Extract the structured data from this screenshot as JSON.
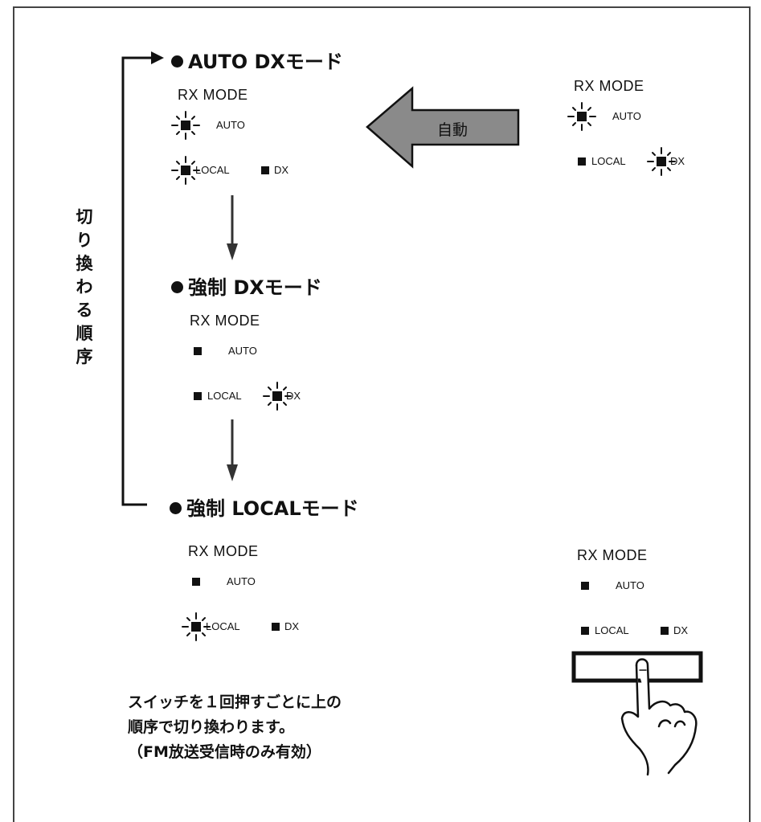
{
  "order_label": [
    "切",
    "り",
    "換",
    "わ",
    "る",
    "順",
    "序"
  ],
  "modes": [
    {
      "title": "AUTO DXモード",
      "panel_title": "RX MODE",
      "auto": "AUTO",
      "local": "LOCAL",
      "dx": "DX",
      "lit": [
        "auto",
        "local"
      ]
    },
    {
      "title": "強制 DXモード",
      "panel_title": "RX MODE",
      "auto": "AUTO",
      "local": "LOCAL",
      "dx": "DX",
      "lit": [
        "dx"
      ]
    },
    {
      "title": "強制 LOCALモード",
      "panel_title": "RX MODE",
      "auto": "AUTO",
      "local": "LOCAL",
      "dx": "DX",
      "lit": [
        "local"
      ]
    }
  ],
  "auto_arrow_label": "自動",
  "auto_panel": {
    "panel_title": "RX MODE",
    "auto": "AUTO",
    "local": "LOCAL",
    "dx": "DX",
    "lit": [
      "auto",
      "dx"
    ]
  },
  "switch_panel": {
    "panel_title": "RX MODE",
    "auto": "AUTO",
    "local": "LOCAL",
    "dx": "DX",
    "lit": []
  },
  "footnote": [
    "スイッチを１回押すごとに上の",
    "順序で切り換わります。",
    "（FM放送受信時のみ有効）"
  ],
  "colors": {
    "arrow_fill": "#8a8a8a",
    "ink": "#111111"
  }
}
